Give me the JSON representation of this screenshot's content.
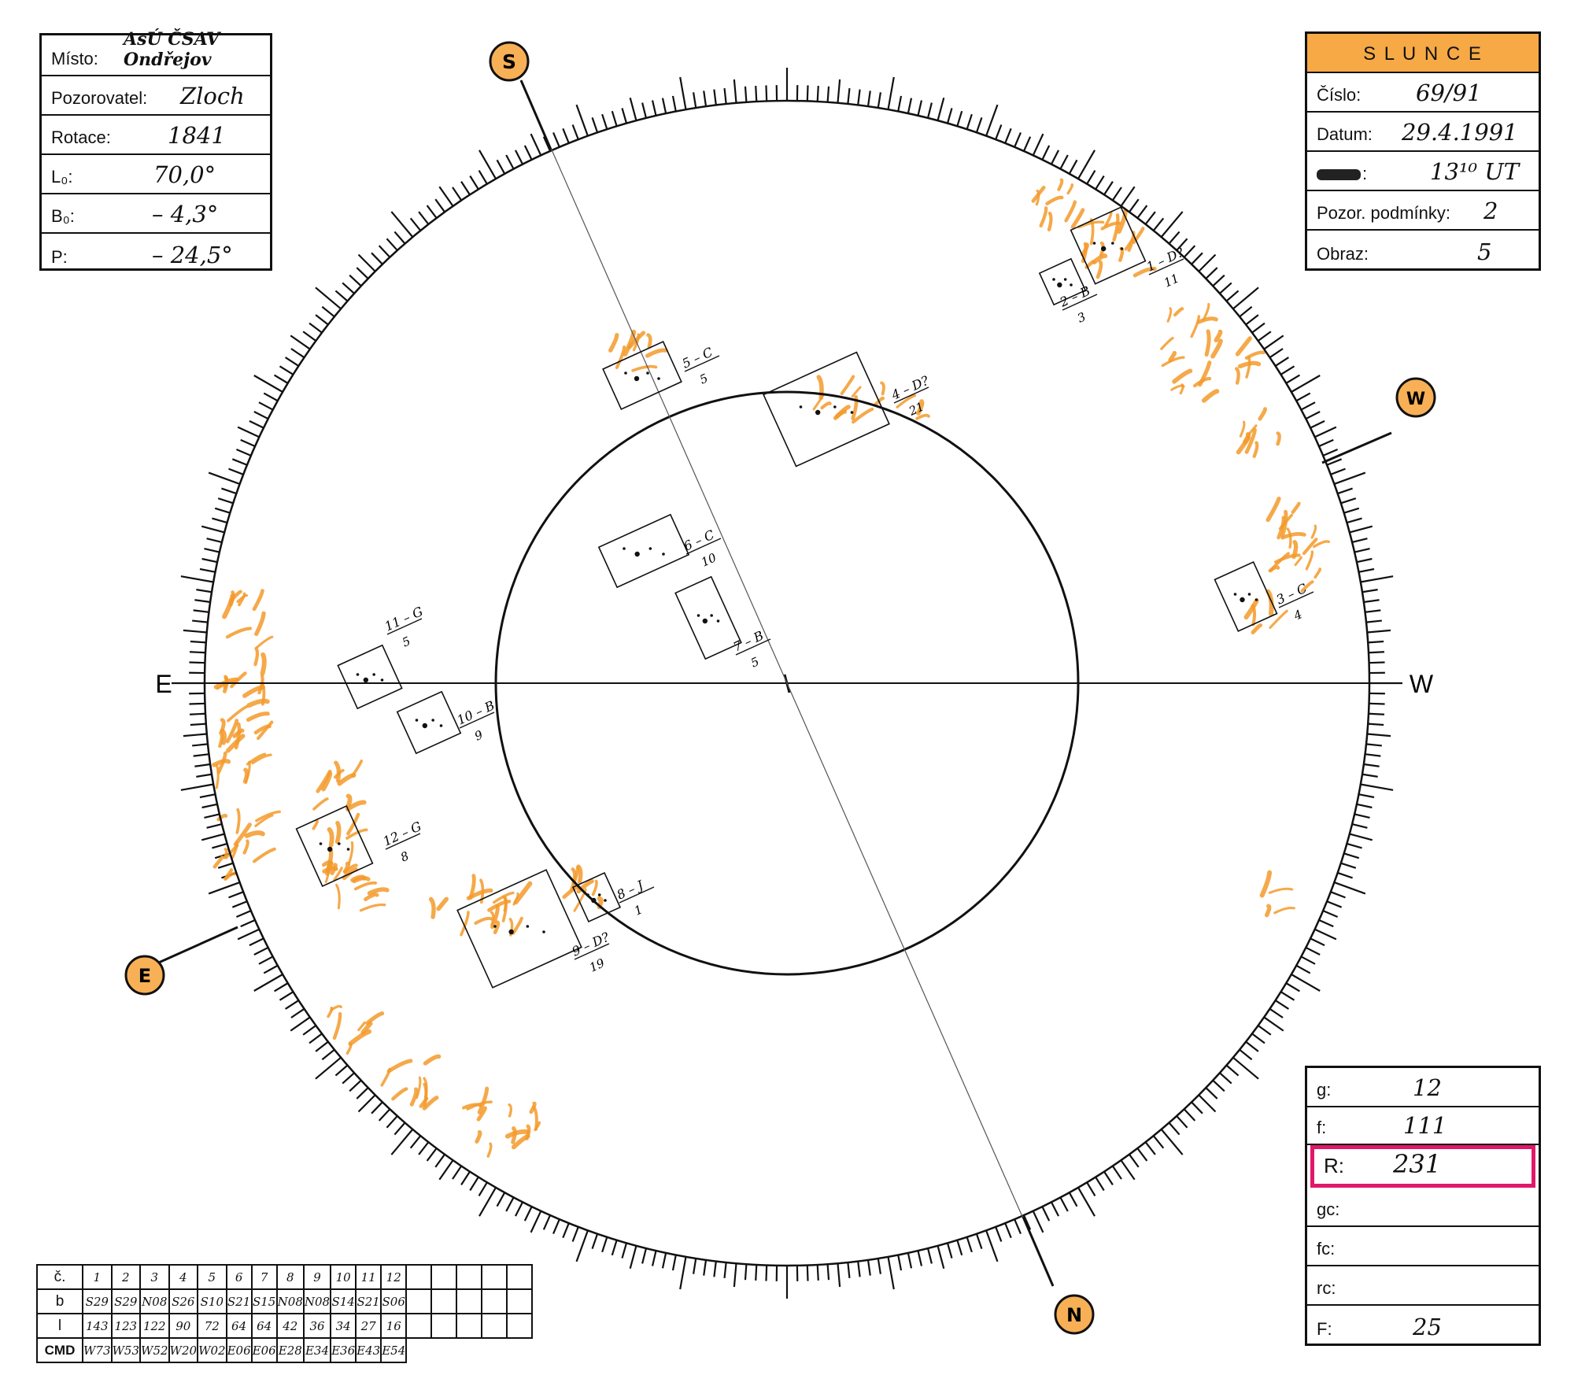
{
  "header_left": {
    "misto_label": "Místo:",
    "misto_value": "AsÚ ČSAV Ondřejov",
    "pozorovatel_label": "Pozorovatel:",
    "pozorovatel_value": "Zloch",
    "rotace_label": "Rotace:",
    "rotace_value": "1841",
    "l0_label": "L₀:",
    "l0_value": "70,0°",
    "b0_label": "B₀:",
    "b0_value": "– 4,3°",
    "p_label": "P:",
    "p_value": "– 24,5°"
  },
  "header_right": {
    "title": "S L U N C E",
    "cislo_label": "Číslo:",
    "cislo_value": "69/91",
    "datum_label": "Datum:",
    "datum_value": "29.4.1991",
    "cas_label": ":",
    "cas_value": "13¹⁰ UT",
    "podminky_label": "Pozor. podmínky:",
    "podminky_value": "2",
    "obraz_label": "Obraz:",
    "obraz_value": "5"
  },
  "summary": {
    "g_label": "g:",
    "g_value": "12",
    "f_label": "f:",
    "f_value": "111",
    "r_label": "R:",
    "r_value": "231",
    "gc_label": "gc:",
    "gc_value": "",
    "fc_label": "fc:",
    "fc_value": "",
    "rc_label": "rc:",
    "rc_value": "",
    "F_label": "F:",
    "F_value": "25"
  },
  "directions": {
    "east_letter": "E",
    "west_letter": "W",
    "s_badge": "S",
    "w_badge": "W",
    "e_badge": "E",
    "n_badge": "N"
  },
  "groups": [
    {
      "label": "1 – D?",
      "count": "11"
    },
    {
      "label": "2 – B",
      "count": "3"
    },
    {
      "label": "3 – C",
      "count": "4"
    },
    {
      "label": "4 – D?",
      "count": "21"
    },
    {
      "label": "5 – C",
      "count": "5"
    },
    {
      "label": "6 – C",
      "count": "10"
    },
    {
      "label": "7 – B",
      "count": "5"
    },
    {
      "label": "8 – J",
      "count": "1"
    },
    {
      "label": "9 – D?",
      "count": "19"
    },
    {
      "label": "10 – B",
      "count": "9"
    },
    {
      "label": "11 – G",
      "count": "5"
    },
    {
      "label": "12 – G",
      "count": "8"
    }
  ],
  "table": {
    "row_headers": [
      "č.",
      "b",
      "l",
      "CMD"
    ],
    "numbers": [
      "1",
      "2",
      "3",
      "4",
      "5",
      "6",
      "7",
      "8",
      "9",
      "10",
      "11",
      "12"
    ],
    "b": [
      "S29",
      "S29",
      "N08",
      "S26",
      "S10",
      "S21",
      "S15",
      "N08",
      "N08",
      "S14",
      "S21",
      "S06"
    ],
    "l": [
      "143",
      "123",
      "122",
      "90",
      "72",
      "64",
      "64",
      "42",
      "36",
      "34",
      "27",
      "16"
    ],
    "cmd": [
      "W73",
      "W53",
      "W52",
      "W20",
      "W02",
      "E06",
      "E06",
      "E28",
      "E34",
      "E36",
      "E43",
      "E54"
    ]
  },
  "colors": {
    "ink": "#111111",
    "facula_orange": "#f39a2a",
    "header_orange": "#f6a945",
    "highlight_magenta": "#e0186a",
    "badge_fill": "#f7b056"
  }
}
